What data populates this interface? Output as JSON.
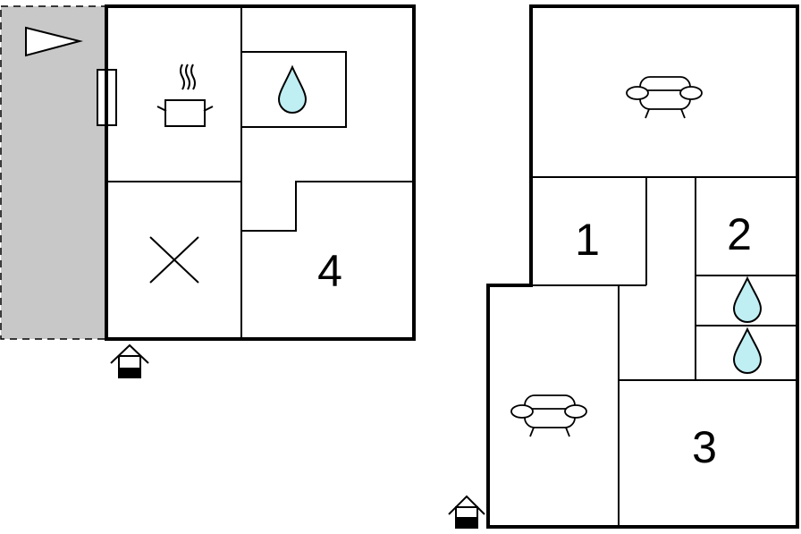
{
  "colors": {
    "terrace_fill": "#c8c8c8",
    "water_fill": "#bfeef3",
    "wall": "#000000",
    "background": "#ffffff"
  },
  "icons": [
    "terrace-arrow-icon",
    "pot-icon",
    "water-drop-icon",
    "sofa-icon",
    "cross-icon",
    "entrance-icon"
  ],
  "rooms": {
    "room_4": "4",
    "room_1": "1",
    "room_2": "2",
    "room_3": "3"
  }
}
